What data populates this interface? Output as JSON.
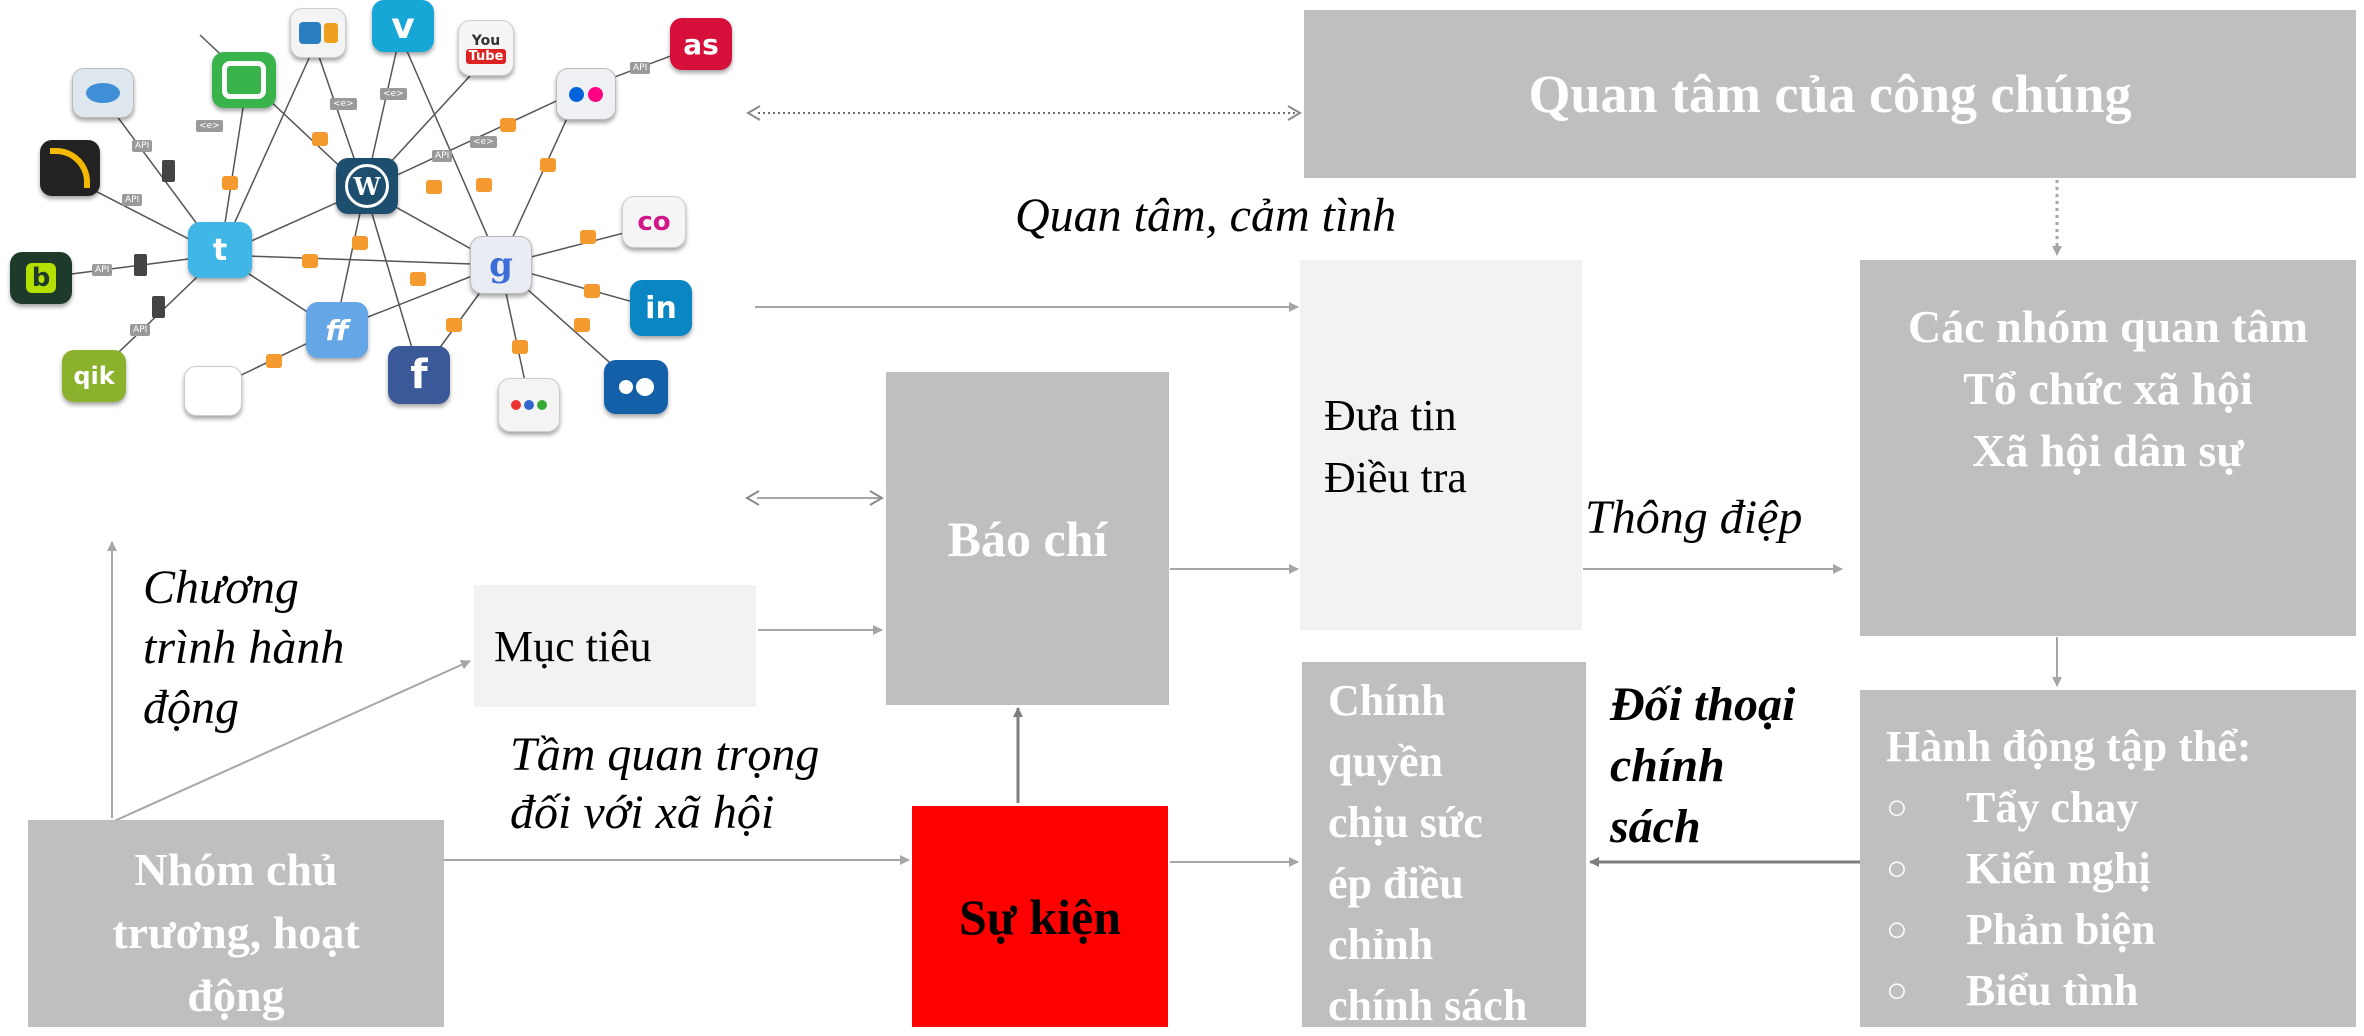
{
  "colors": {
    "box_grey": "#bfbfbf",
    "box_light": "#f2f2f2",
    "event_red": "#ff0000",
    "arrow": "#a6a6a6"
  },
  "boxes": {
    "public_interest": "Quan tâm của công chúng",
    "interest_groups": [
      "Các nhóm quan tâm",
      "Tổ chức xã hội",
      "Xã hội dân sự"
    ],
    "reporting": [
      "Đưa tin",
      "Điều tra"
    ],
    "press": "Báo chí",
    "goal": "Mục tiêu",
    "event": "Sự kiện",
    "government": [
      "Chính",
      "quyền",
      "chịu sức",
      "ép điều",
      "chỉnh",
      "chính sách"
    ],
    "advocacy_group": [
      "Nhóm chủ",
      "trương, hoạt",
      "động"
    ],
    "collective_action_title": "Hành động tập thể:",
    "collective_actions": [
      "Tẩy chay",
      "Kiến nghị",
      "Phản biện",
      "Biểu tình"
    ],
    "bullet": "○"
  },
  "labels": {
    "interest_sympathy": "Quan tâm, cảm tình",
    "message": "Thông điệp",
    "action_program": [
      "Chương",
      "trình hành",
      "động"
    ],
    "social_importance": [
      "Tầm quan trọng",
      "đối với xã hội"
    ],
    "policy_dialogue": [
      "Đối thoại",
      "chính",
      "sách"
    ]
  },
  "network": {
    "icons": [
      "vimeo-icon",
      "youtube-icon",
      "lastfm-icon",
      "flickr-icon",
      "twitter-icon",
      "wordpress-icon",
      "google-icon",
      "friendfeed-icon",
      "facebook-icon",
      "linkedin-icon",
      "myspace-icon",
      "qik-icon",
      "bebo-icon",
      "rss-icon",
      "identica-icon",
      "digg-icon",
      "slideshare-icon",
      "delicious-icon",
      "creative-commons-icon",
      "meetup-icon"
    ],
    "glyphs": {
      "vimeo": "v",
      "youtube_top": "You",
      "youtube_bottom": "Tube",
      "lastfm": "as",
      "wordpress": "W",
      "google": "g",
      "friendfeed": "ff",
      "facebook": "f",
      "linkedin": "in",
      "qik": "qik",
      "bebo": "b",
      "creative_commons": "co"
    },
    "api_tag": "API",
    "code_tag": "<e>"
  }
}
